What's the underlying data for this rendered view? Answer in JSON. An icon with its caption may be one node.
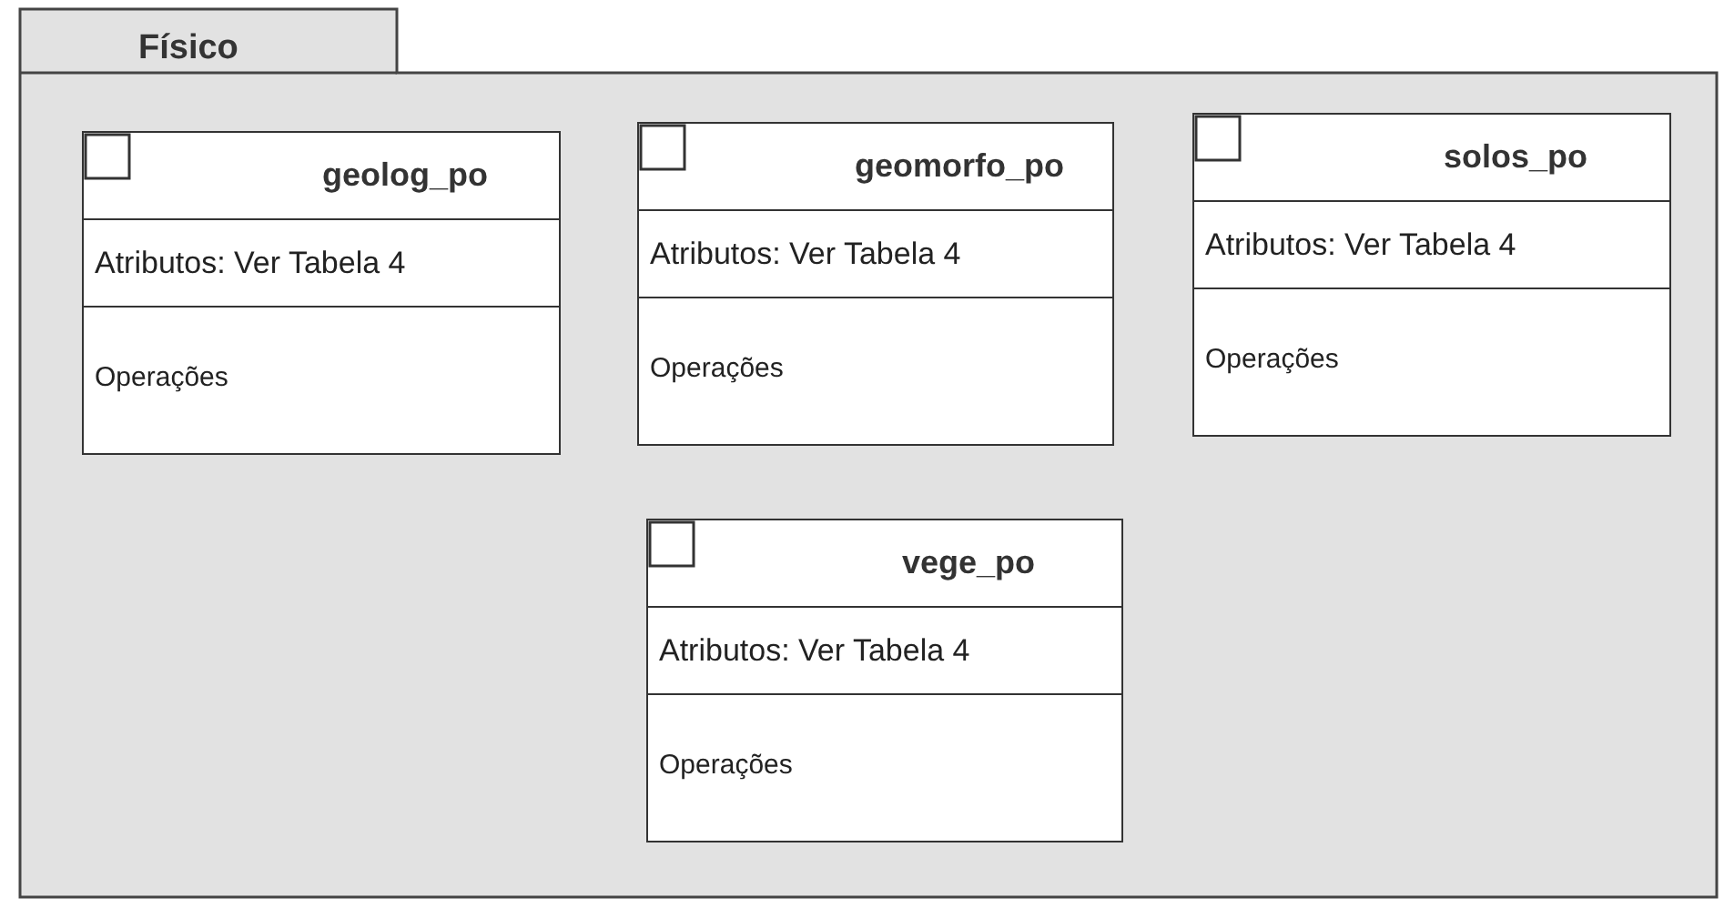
{
  "diagram": {
    "nodes": [
      {
        "text": [
          "Físico"
        ]
      },
      {
        "text": [
          "geolog_po",
          "Atributos: Ver Tabela 4",
          "Operações"
        ],
        "in": 0
      },
      {
        "text": [
          "geomorfo_po",
          "Atributos: Ver Tabela 4",
          "Operações"
        ],
        "in": 0
      },
      {
        "text": [
          "solos_po",
          "Atributos: Ver Tabela 4",
          "Operações"
        ],
        "in": 0
      },
      {
        "text": [
          "vege_po",
          "Atributos: Ver Tabela 4",
          "Operações"
        ],
        "in": 0
      }
    ]
  }
}
